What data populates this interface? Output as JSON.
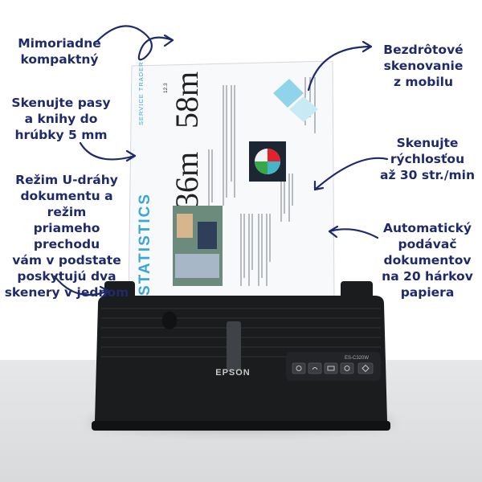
{
  "features": {
    "compact": "Mimoriadne\nkompaktný",
    "thickness": "Skenujte pasy\na knihy do\nhrúbky 5 mm",
    "udrive": "Režim U-dráhy\ndokumentu a režim\npriameho prechodu\nvám v podstate\nposkytujú dva\nskenery v jednom",
    "mobile": "Bezdrôtové\nskenovanie\nz mobilu",
    "speed": "Skenujte\nrýchlosťou\naž 30 str./min",
    "feeder": "Automatický\npodávač\ndokumentov\nna 20 hárkov\npapiera"
  },
  "product": {
    "brand": "EPSON",
    "model": "ES-C320W"
  },
  "document": {
    "heading": "STATISTICS",
    "section": "SERVICE TRADERS",
    "stat_a": "36m",
    "stat_b": "58m",
    "page_no": "12.3"
  },
  "colors": {
    "label_text": "#1f2a6b",
    "scanner_body": "#1b1c1e",
    "doc_accent": "#3aa6d8"
  }
}
